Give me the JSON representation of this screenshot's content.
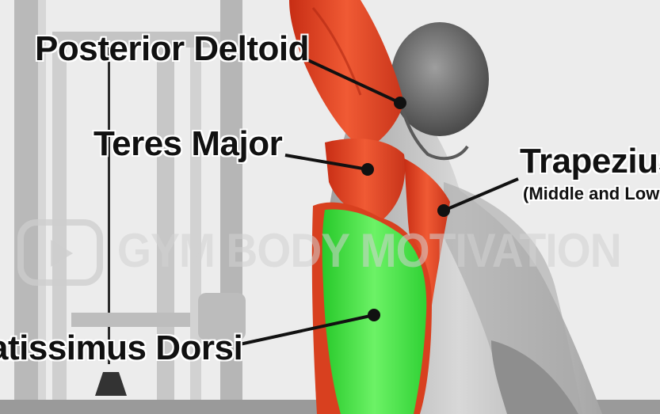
{
  "labels": {
    "posterior_deltoid": "Posterior Deltoid",
    "teres_major": "Teres Major",
    "trapezius": "Trapezius",
    "trapezius_sub": "(Middle and Low",
    "latissimus_dorsi": "atissimus Dorsi"
  },
  "watermark": {
    "text": "GYM BODY MOTIVATION",
    "icon": "play-icon"
  },
  "colors": {
    "highlight_red": "#e0401f",
    "highlight_green": "#3ee83a",
    "skin_gray": "#bdbdbd",
    "machine_gray": "#c9c9c9",
    "background": "#e9e9e9"
  }
}
